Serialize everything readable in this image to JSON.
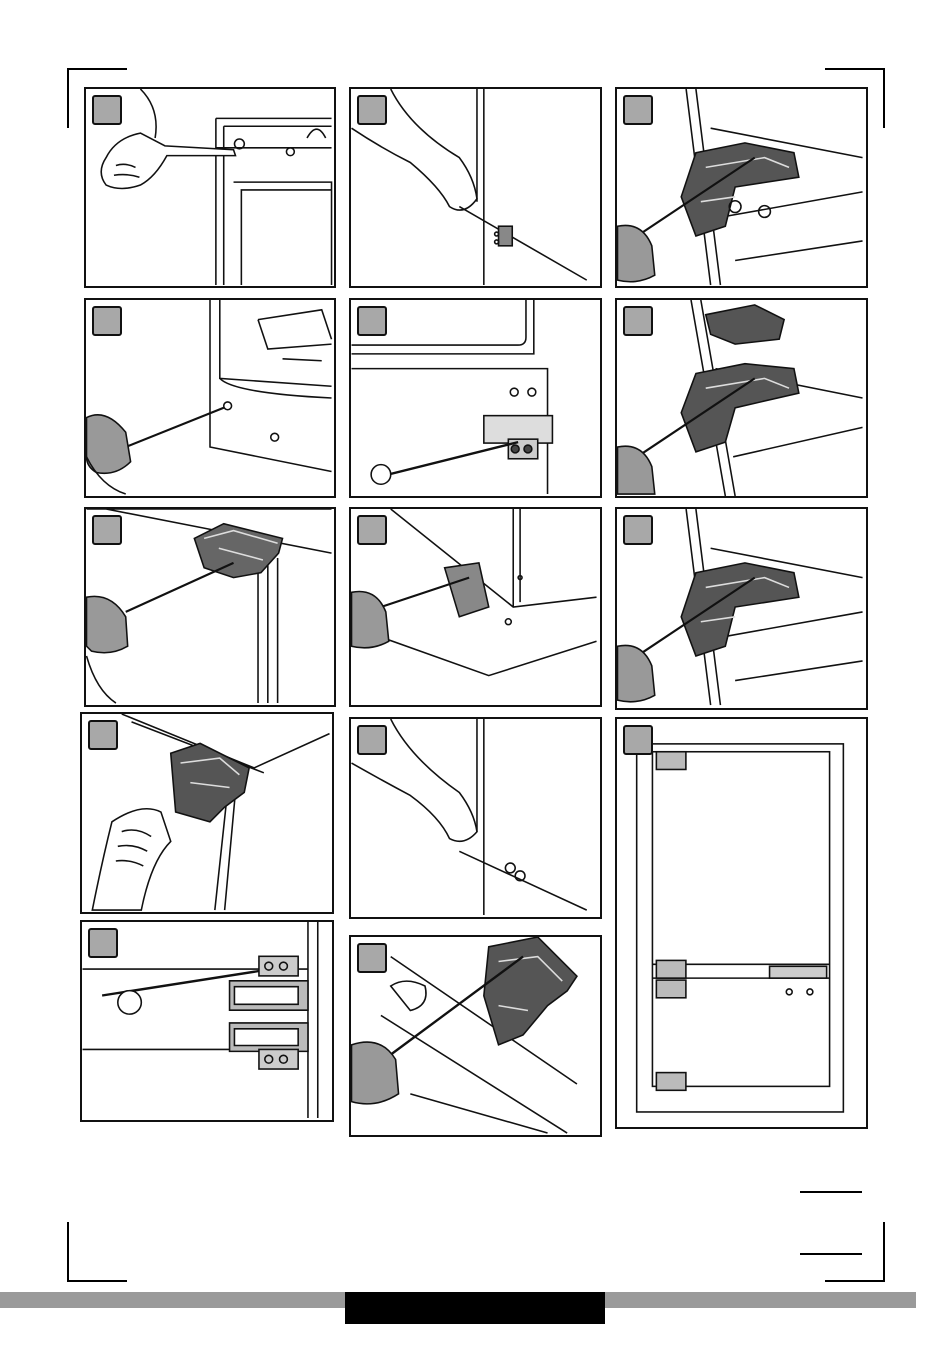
{
  "document": {
    "colors": {
      "ink": "#111111",
      "badge": "#a8a8a8",
      "footer_bar": "#9a9a9a",
      "footer_block": "#000000"
    },
    "panels": [
      {
        "id": 1,
        "content": "screwdriver-hand-cabinet-top"
      },
      {
        "id": 2,
        "content": "hand-pressing-door-edge"
      },
      {
        "id": 3,
        "content": "hinge-screwdriver-corner"
      },
      {
        "id": 4,
        "content": "screwdriver-side-panel"
      },
      {
        "id": 5,
        "content": "bracket-screwdriver-front"
      },
      {
        "id": 6,
        "content": "hinges-pair-corner"
      },
      {
        "id": 7,
        "content": "hinge-mount-top-corner"
      },
      {
        "id": 8,
        "content": "bracket-side-mount"
      },
      {
        "id": 9,
        "content": "hinge-screwdriver-corner-repeat"
      },
      {
        "id": 10,
        "content": "hand-holding-hinge"
      },
      {
        "id": 11,
        "content": "hand-pressing-door-lower"
      },
      {
        "id": 12,
        "content": "door-frame-overview"
      },
      {
        "id": 13,
        "content": "middle-hinge-brackets"
      },
      {
        "id": 14,
        "content": "screwdriver-hinge-large"
      }
    ]
  }
}
